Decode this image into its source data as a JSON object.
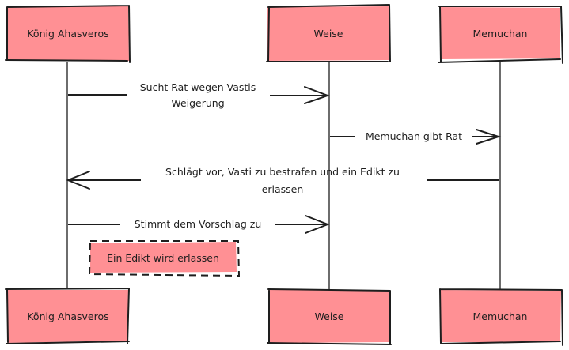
{
  "diagram": {
    "type": "sequence",
    "style": "hand-drawn",
    "colors": {
      "actor_fill": "#ff9094",
      "stroke": "#1e1e1e",
      "background": "#ffffff",
      "text": "#1e1e1e"
    },
    "actors": [
      {
        "id": "koenig",
        "label": "König Ahasveros"
      },
      {
        "id": "weise",
        "label": "Weise"
      },
      {
        "id": "memuchan",
        "label": "Memuchan"
      }
    ],
    "messages": [
      {
        "from": "koenig",
        "to": "weise",
        "lines": [
          "Sucht Rat wegen Vastis",
          "Weigerung"
        ]
      },
      {
        "from": "weise",
        "to": "memuchan",
        "lines": [
          "Memuchan gibt Rat"
        ]
      },
      {
        "from": "memuchan",
        "to": "koenig",
        "lines": [
          "Schlägt vor, Vasti zu bestrafen und ein Edikt zu",
          "erlassen"
        ]
      },
      {
        "from": "koenig",
        "to": "weise",
        "lines": [
          "Stimmt dem Vorschlag zu"
        ]
      }
    ],
    "notes": [
      {
        "over": "koenig",
        "position": "right",
        "label": "Ein Edikt wird erlassen"
      }
    ]
  }
}
